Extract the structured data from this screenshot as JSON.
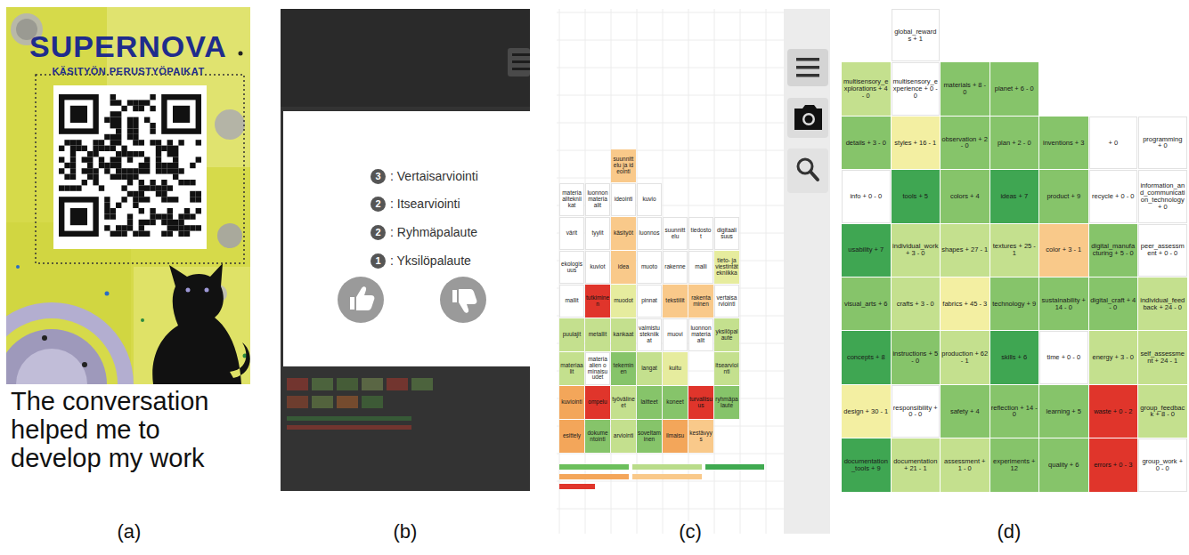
{
  "diagram": {
    "nodes": [
      {
        "text": [
          "SUPERNOVA",
          "KÄSITYÖN PERUSTYÖPAIKAT"
        ]
      },
      {
        "text": [
          "3",
          ": Vertaisarviointi",
          "2",
          ": Itsearviointi",
          "2",
          ": Ryhmäpalaute",
          "1",
          ": Yksilöpalaute"
        ]
      },
      {
        "text": [
          "suunnittelu ja ideointi"
        ]
      },
      {
        "text": [
          "materiaalitekniikat"
        ]
      },
      {
        "text": [
          "luonnonmateriaalit"
        ]
      },
      {
        "text": [
          "ideointi"
        ]
      },
      {
        "text": [
          "kuvio"
        ]
      },
      {
        "text": [
          "värit"
        ]
      },
      {
        "text": [
          "tyylit"
        ]
      },
      {
        "text": [
          "käsityöt"
        ]
      },
      {
        "text": [
          "luonnos"
        ]
      },
      {
        "text": [
          "suunnittelu"
        ]
      },
      {
        "text": [
          "tiedostot"
        ]
      },
      {
        "text": [
          "digitaalisuus"
        ]
      },
      {
        "text": [
          "ekologisuus"
        ]
      },
      {
        "text": [
          "kuviot"
        ]
      },
      {
        "text": [
          "idea"
        ]
      },
      {
        "text": [
          "muoto"
        ]
      },
      {
        "text": [
          "rakenne"
        ]
      },
      {
        "text": [
          "malli"
        ]
      },
      {
        "text": [
          "tieto- ja viestintätekniikka"
        ]
      },
      {
        "text": [
          "mallit"
        ]
      },
      {
        "text": [
          "tutkiminen"
        ]
      },
      {
        "text": [
          "muodot"
        ]
      },
      {
        "text": [
          "pinnat"
        ]
      },
      {
        "text": [
          "tekstiilit"
        ]
      },
      {
        "text": [
          "rakentaminen"
        ]
      },
      {
        "text": [
          "vertaisarviointi"
        ]
      },
      {
        "text": [
          "puulajit"
        ]
      },
      {
        "text": [
          "metallit"
        ]
      },
      {
        "text": [
          "kankaat"
        ]
      },
      {
        "text": [
          "valmistustekniikat"
        ]
      },
      {
        "text": [
          "muovi"
        ]
      },
      {
        "text": [
          "luonnonmateriaalit"
        ]
      },
      {
        "text": [
          "yksilöpalaute"
        ]
      },
      {
        "text": [
          "materiaalit"
        ]
      },
      {
        "text": [
          "materiaalien ominaisuudet"
        ]
      },
      {
        "text": [
          "tekeminen"
        ]
      },
      {
        "text": [
          "langat"
        ]
      },
      {
        "text": [
          "kuitu"
        ]
      },
      {
        "text": [
          "itsearviointi"
        ]
      },
      {
        "text": [
          "kuviointi"
        ]
      },
      {
        "text": [
          "ompelu"
        ]
      },
      {
        "text": [
          "työvälineet"
        ]
      },
      {
        "text": [
          "laitteet"
        ]
      },
      {
        "text": [
          "koneet"
        ]
      },
      {
        "text": [
          "turvallisuus"
        ]
      },
      {
        "text": [
          "ryhmäpalaute"
        ]
      },
      {
        "text": [
          "esittely"
        ]
      },
      {
        "text": [
          "dokumentointi"
        ]
      },
      {
        "text": [
          "arviointi"
        ]
      },
      {
        "text": [
          "soveltaminen"
        ]
      },
      {
        "text": [
          "ilmaisu"
        ]
      },
      {
        "text": [
          "kestävyys"
        ]
      },
      {
        "text": [
          "global_rewards + 1"
        ]
      },
      {
        "text": [
          "multisensory_explorations + 4 - 0"
        ]
      },
      {
        "text": [
          "multisensory_experience + 0 - 0"
        ]
      },
      {
        "text": [
          "materials + 8 - 0"
        ]
      },
      {
        "text": [
          "planet + 6 - 0"
        ]
      },
      {
        "text": [
          "details + 3 - 0"
        ]
      },
      {
        "text": [
          "styles + 16 - 1"
        ]
      },
      {
        "text": [
          "observation + 2 - 0"
        ]
      },
      {
        "text": [
          "plan + 2 - 0"
        ]
      },
      {
        "text": [
          "inventions + 3"
        ]
      },
      {
        "text": [
          "+ 0"
        ]
      },
      {
        "text": [
          "programming + 0"
        ]
      },
      {
        "text": [
          "info + 0 - 0"
        ]
      },
      {
        "text": [
          "tools + 5"
        ]
      },
      {
        "text": [
          "colors + 4"
        ]
      },
      {
        "text": [
          "ideas + 7"
        ]
      },
      {
        "text": [
          "product + 9"
        ]
      },
      {
        "text": [
          "recycle + 0 - 0"
        ]
      },
      {
        "text": [
          "information_and_communication_technology + 0"
        ]
      },
      {
        "text": [
          "usability + 7"
        ]
      },
      {
        "text": [
          "individual_work + 3 - 0"
        ]
      },
      {
        "text": [
          "shapes + 27 - 1"
        ]
      },
      {
        "text": [
          "textures + 25 - 1"
        ]
      },
      {
        "text": [
          "color + 3 - 1"
        ]
      },
      {
        "text": [
          "digital_manufacturing + 5 - 0"
        ]
      },
      {
        "text": [
          "peer_assessment + 0 - 0"
        ]
      },
      {
        "text": [
          "visual_arts + 6"
        ]
      },
      {
        "text": [
          "crafts + 3 - 0"
        ]
      },
      {
        "text": [
          "fabrics + 45 - 3"
        ]
      },
      {
        "text": [
          "technology + 9"
        ]
      },
      {
        "text": [
          "sustainability + 14 - 0"
        ]
      },
      {
        "text": [
          "digital_craft + 4 - 0"
        ]
      },
      {
        "text": [
          "individual_feedback + 24 - 0"
        ]
      },
      {
        "text": [
          "concepts + 8"
        ]
      },
      {
        "text": [
          "instructions + 5 - 0"
        ]
      },
      {
        "text": [
          "production + 62 - 1"
        ]
      },
      {
        "text": [
          "skills + 6"
        ]
      },
      {
        "text": [
          "time + 0 - 0"
        ]
      },
      {
        "text": [
          "energy + 3 - 0"
        ]
      },
      {
        "text": [
          "self_assessment + 24 - 1"
        ]
      },
      {
        "text": [
          "design + 30 - 1"
        ]
      },
      {
        "text": [
          "responsibility + 0 - 0"
        ]
      },
      {
        "text": [
          "safety + 4"
        ]
      },
      {
        "text": [
          "reflection + 14 - 0"
        ]
      },
      {
        "text": [
          "learning + 5"
        ]
      },
      {
        "text": [
          "waste + 0 - 2"
        ]
      },
      {
        "text": [
          "group_feedback + 8 - 0"
        ]
      },
      {
        "text": [
          "documentation_tools + 9"
        ]
      },
      {
        "text": [
          "documentation + 21 - 1"
        ]
      },
      {
        "text": [
          "assessment + 1 - 0"
        ]
      },
      {
        "text": [
          "experiments + 12"
        ]
      },
      {
        "text": [
          "quality + 6"
        ]
      },
      {
        "text": [
          "errors + 0 - 3"
        ]
      },
      {
        "text": [
          "group_work + 0 - 0"
        ]
      }
    ],
    "labels": [
      "The conversation helped me to develop my work",
      "(a)",
      "(b)",
      "(c)",
      "(d)"
    ]
  }
}
